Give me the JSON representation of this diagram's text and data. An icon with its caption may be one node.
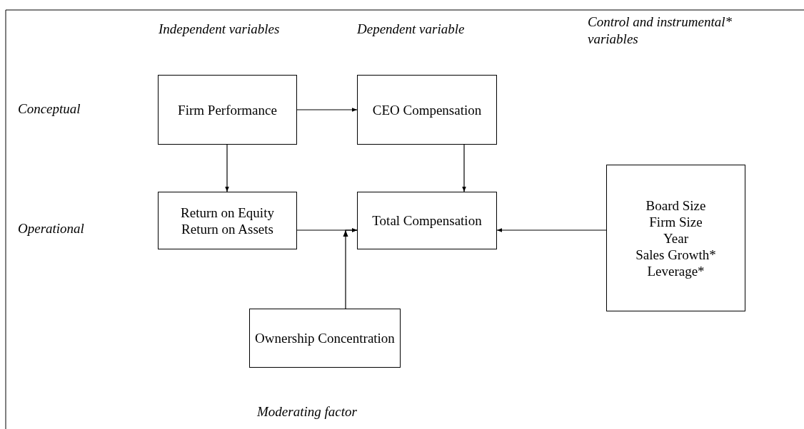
{
  "diagram": {
    "nodes": [
      {
        "text": [
          "Firm Performance"
        ]
      },
      {
        "text": [
          "CEO Compensation"
        ]
      },
      {
        "text": [
          "Return on Equity",
          "Return on Assets"
        ]
      },
      {
        "text": [
          "Total Compensation"
        ]
      },
      {
        "text": [
          "Board Size",
          "Firm Size",
          "Year",
          "Sales Growth*",
          "Leverage*"
        ]
      },
      {
        "text": [
          "Ownership Concentration"
        ]
      }
    ],
    "edges": [
      {
        "from": 0,
        "to": 1,
        "arrow": "to"
      },
      {
        "from": 0,
        "to": 2,
        "arrow": "to"
      },
      {
        "from": 1,
        "to": 3,
        "arrow": "to"
      },
      {
        "from": 2,
        "to": 3,
        "arrow": "to"
      },
      {
        "from": 5,
        "to": 3,
        "arrow": "to"
      },
      {
        "from": 4,
        "to": 3,
        "arrow": "to"
      }
    ],
    "labels": [
      "Independent variables",
      "Dependent variable",
      "Control and instrumental* variables",
      "Conceptual",
      "Operational",
      "Moderating factor"
    ]
  }
}
